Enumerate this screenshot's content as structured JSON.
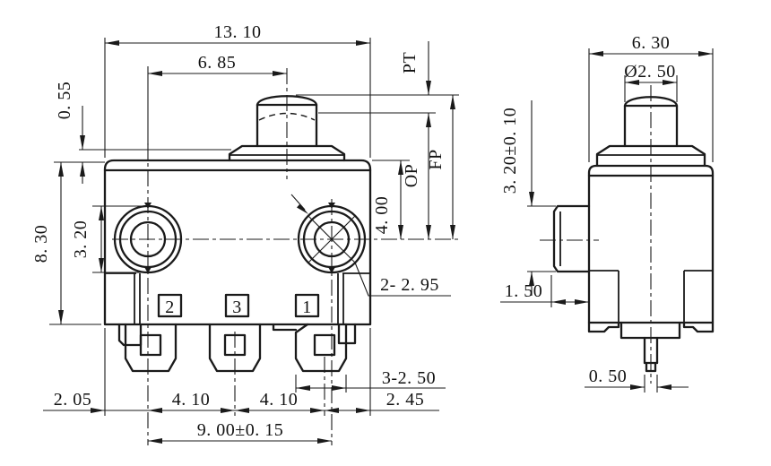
{
  "drawing": {
    "background": "#ffffff",
    "line_color": "#1a1a1a",
    "front_view": {
      "dim_overall_width": "13. 10",
      "dim_plunger_offset": "6. 85",
      "dim_cap_height": "0. 55",
      "dim_overall_height": "8. 30",
      "dim_hole_height": "3. 20",
      "dim_top_to_center": "4. 00",
      "label_pretravel": "PT",
      "label_operating_position": "OP",
      "label_free_position": "FP",
      "dim_mounting_holes": "2- 2. 95",
      "dim_left_offset": "2. 05",
      "dim_terminal_pitch_left": "4. 10",
      "dim_terminal_pitch_right": "4. 10",
      "dim_right_offset": "2. 45",
      "dim_terminal_width": "3-2. 50",
      "dim_hole_spacing": "9. 00±0. 15",
      "terminals": [
        "2",
        "3",
        "1"
      ]
    },
    "side_view": {
      "dim_overall_depth": "6. 30",
      "dim_plunger_diameter": "Ø2. 50",
      "dim_boss_height": "3. 20±0. 10",
      "dim_boss_depth": "1. 50",
      "dim_pin_thickness": "0. 50"
    }
  }
}
